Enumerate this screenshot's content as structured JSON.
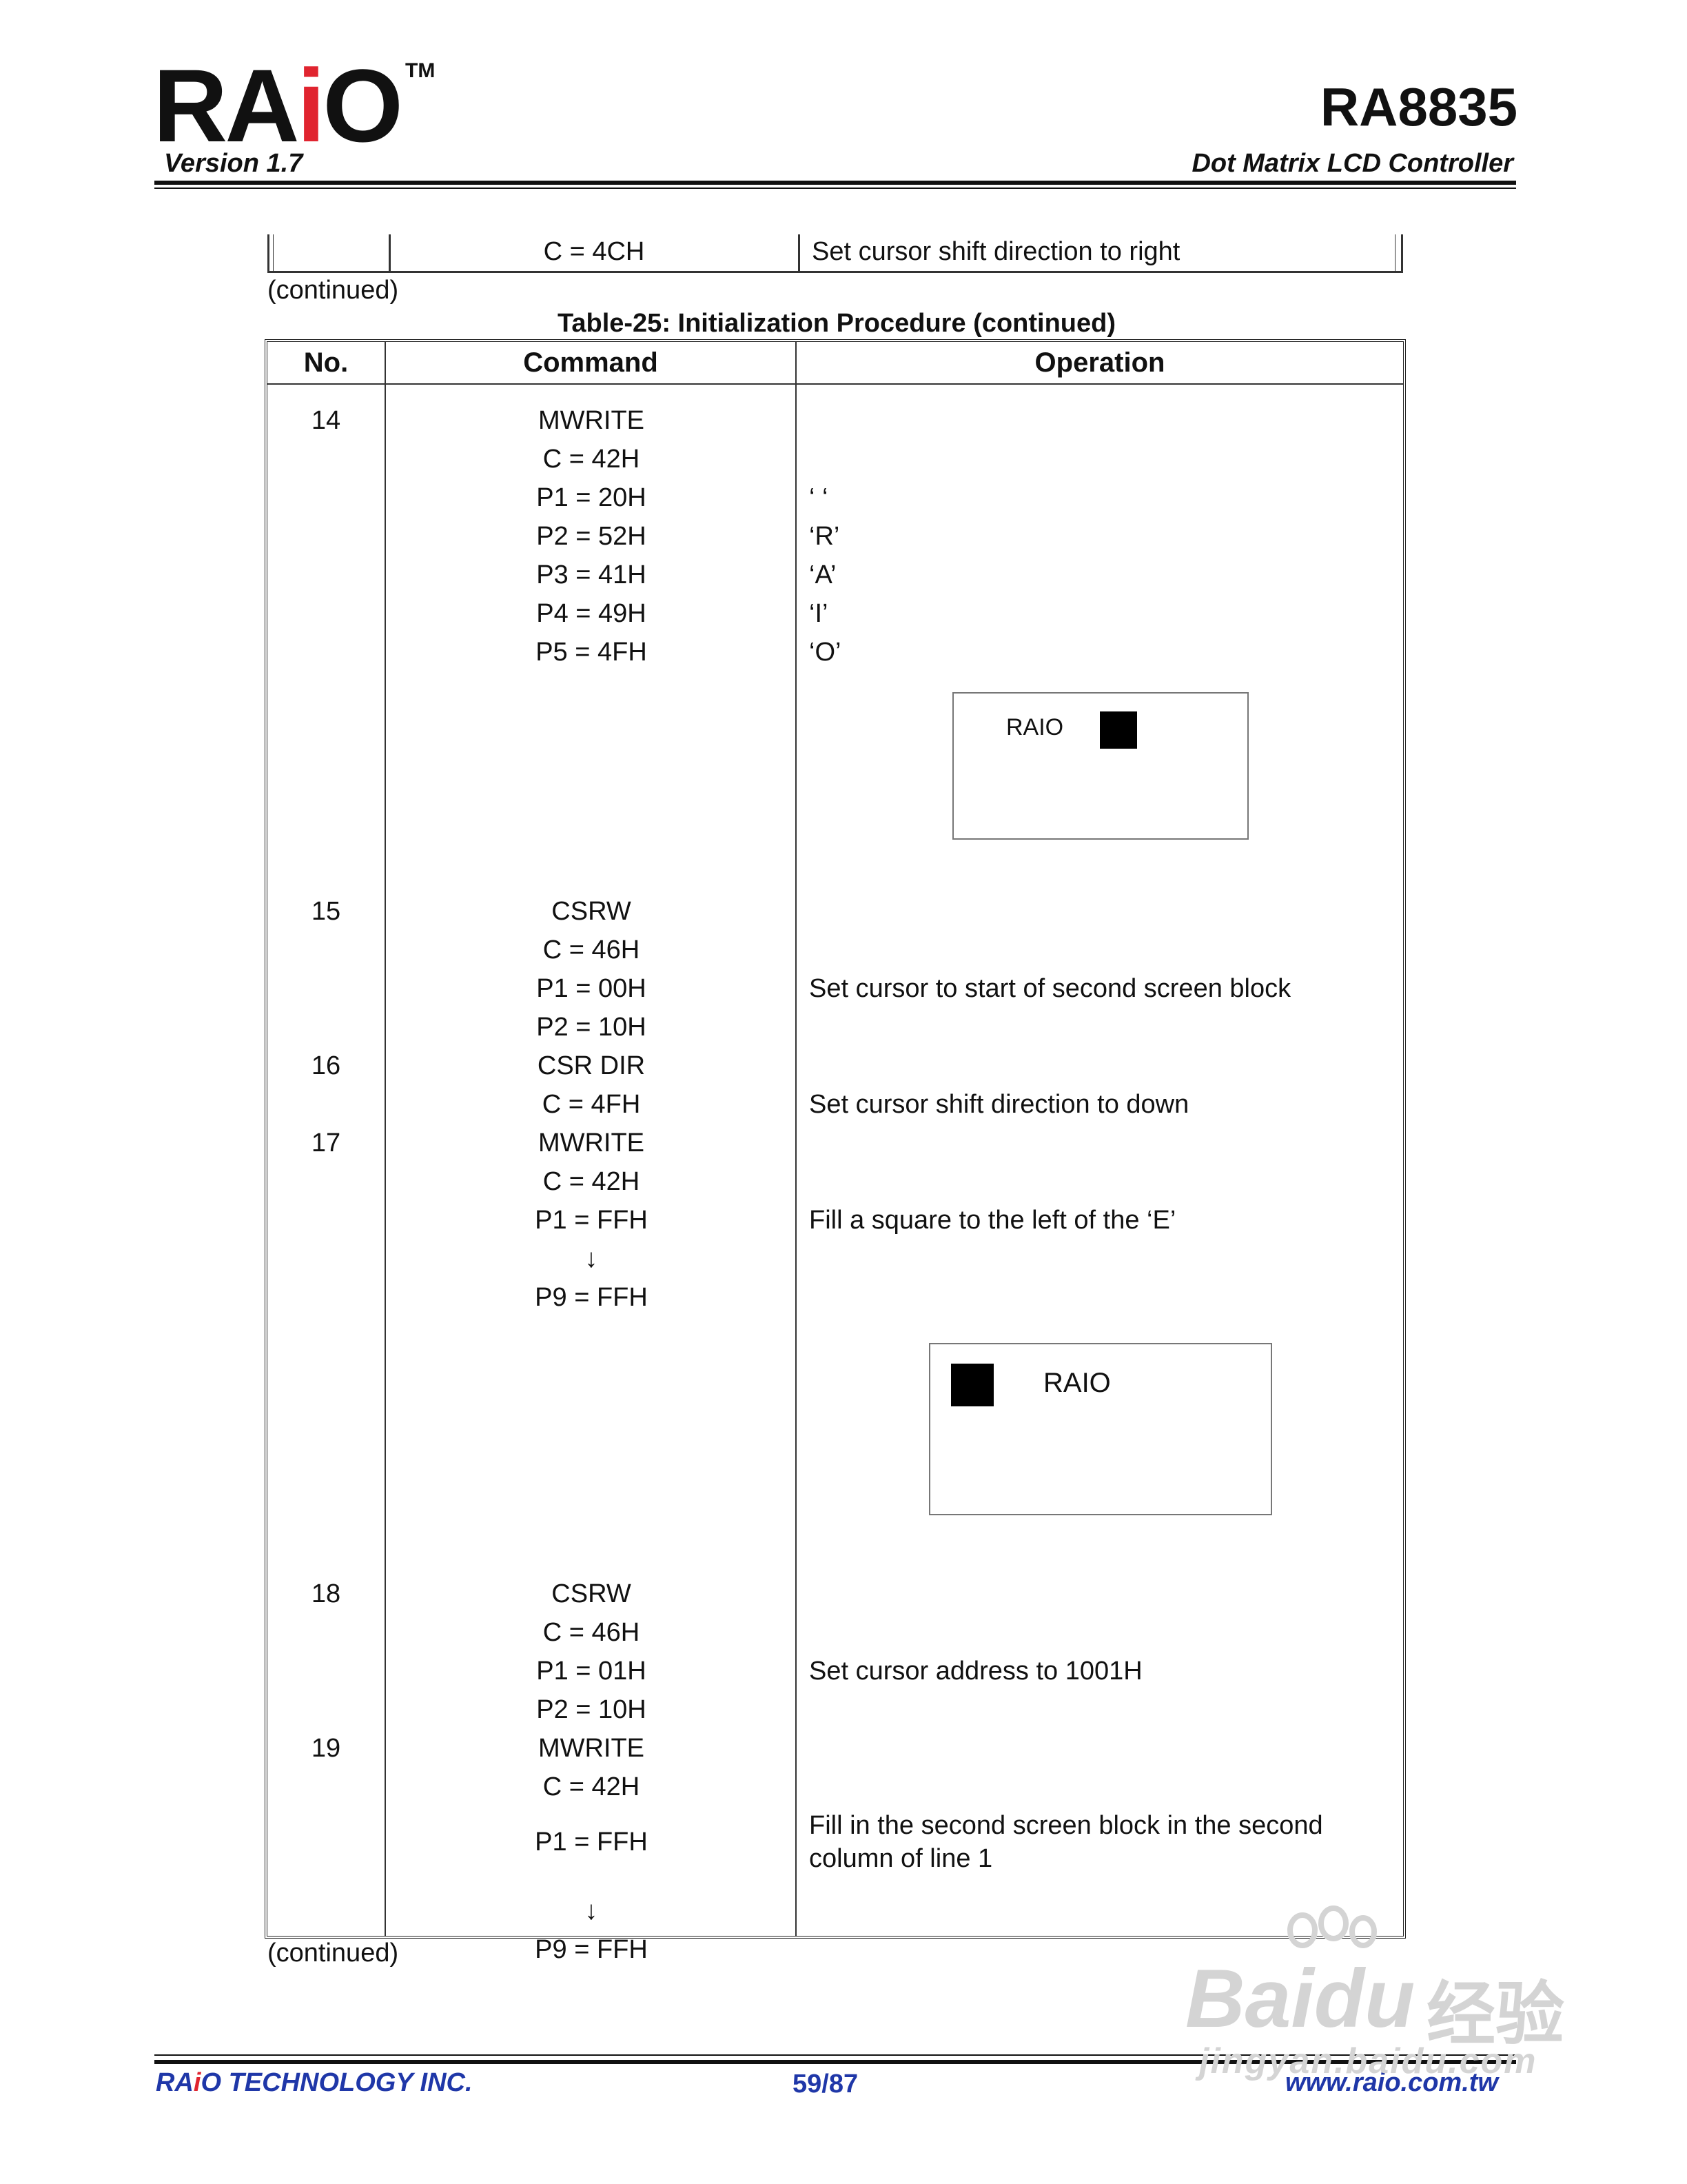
{
  "header": {
    "logo_text_1": "RA",
    "logo_text_i": "i",
    "logo_text_2": "O",
    "trademark": "TM",
    "version": "Version 1.7",
    "model": "RA8835",
    "subtitle": "Dot Matrix LCD Controller"
  },
  "fragment": {
    "command": "C = 4CH",
    "operation": "Set cursor shift direction to right"
  },
  "continued_top": "(continued)",
  "table": {
    "title": "Table-25: Initialization Procedure (continued)",
    "headers": {
      "no": "No.",
      "command": "Command",
      "operation": "Operation"
    },
    "rows": [
      {
        "no": "14",
        "command": "MWRITE",
        "operation": ""
      },
      {
        "no": "",
        "command": "C = 42H",
        "operation": ""
      },
      {
        "no": "",
        "command": "P1 = 20H",
        "operation": "‘ ‘"
      },
      {
        "no": "",
        "command": "P2 = 52H",
        "operation": "‘R’"
      },
      {
        "no": "",
        "command": "P3 = 41H",
        "operation": "‘A’"
      },
      {
        "no": "",
        "command": "P4 = 49H",
        "operation": "‘I’"
      },
      {
        "no": "",
        "command": "P5 = 4FH",
        "operation": "‘O’"
      },
      {
        "no": "15",
        "command": "CSRW",
        "operation": ""
      },
      {
        "no": "",
        "command": "C = 46H",
        "operation": ""
      },
      {
        "no": "",
        "command": "P1 = 00H",
        "operation": "Set cursor to start of second screen block"
      },
      {
        "no": "",
        "command": "P2 = 10H",
        "operation": ""
      },
      {
        "no": "16",
        "command": "CSR DIR",
        "operation": ""
      },
      {
        "no": "",
        "command": "C = 4FH",
        "operation": "Set cursor shift direction to down"
      },
      {
        "no": "17",
        "command": "MWRITE",
        "operation": ""
      },
      {
        "no": "",
        "command": "C = 42H",
        "operation": ""
      },
      {
        "no": "",
        "command": "P1 = FFH",
        "operation": "Fill a square to the left of the ‘E’"
      },
      {
        "no": "",
        "command": "↓",
        "operation": ""
      },
      {
        "no": "",
        "command": "P9 = FFH",
        "operation": ""
      },
      {
        "no": "18",
        "command": "CSRW",
        "operation": ""
      },
      {
        "no": "",
        "command": "C = 46H",
        "operation": ""
      },
      {
        "no": "",
        "command": "P1 = 01H",
        "operation": "Set cursor address to 1001H"
      },
      {
        "no": "",
        "command": "P2 = 10H",
        "operation": ""
      },
      {
        "no": "19",
        "command": "MWRITE",
        "operation": ""
      },
      {
        "no": "",
        "command": "C = 42H",
        "operation": ""
      },
      {
        "no": "",
        "command": "P1 = FFH",
        "operation": "Fill in the second screen block in the second"
      },
      {
        "no": "",
        "command": "",
        "operation": "column of line 1"
      },
      {
        "no": "",
        "command": "↓",
        "operation": ""
      },
      {
        "no": "",
        "command": "P9 = FFH",
        "operation": ""
      }
    ],
    "display_1": "RAIO",
    "display_2": "RAIO"
  },
  "continued_bottom": "(continued)",
  "footer": {
    "company_1": "RA",
    "company_i": "i",
    "company_2": "O TECHNOLOGY INC.",
    "page": "59/87",
    "url": "www.raio.com.tw"
  },
  "watermark": {
    "brand": "Bai",
    "brand_2": "du",
    "cn": "经验",
    "url": "jingyan.baidu.com"
  }
}
